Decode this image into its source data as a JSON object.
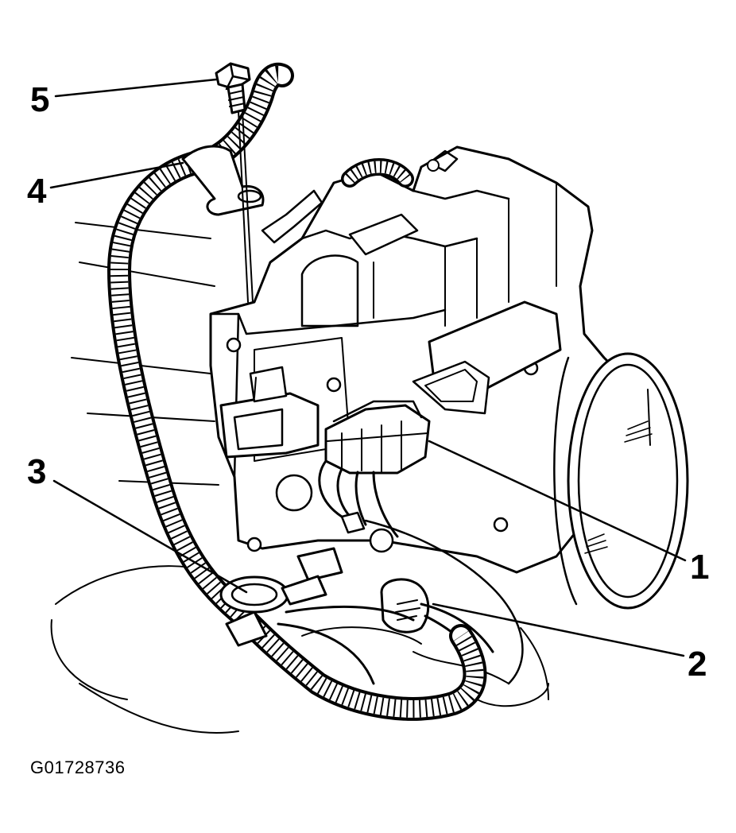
{
  "figure": {
    "id_label": "G01728736",
    "ink_color": "#000000",
    "background_color": "#ffffff"
  },
  "callouts": [
    {
      "label": "1"
    },
    {
      "label": "2"
    },
    {
      "label": "3"
    },
    {
      "label": "4"
    },
    {
      "label": "5"
    }
  ]
}
